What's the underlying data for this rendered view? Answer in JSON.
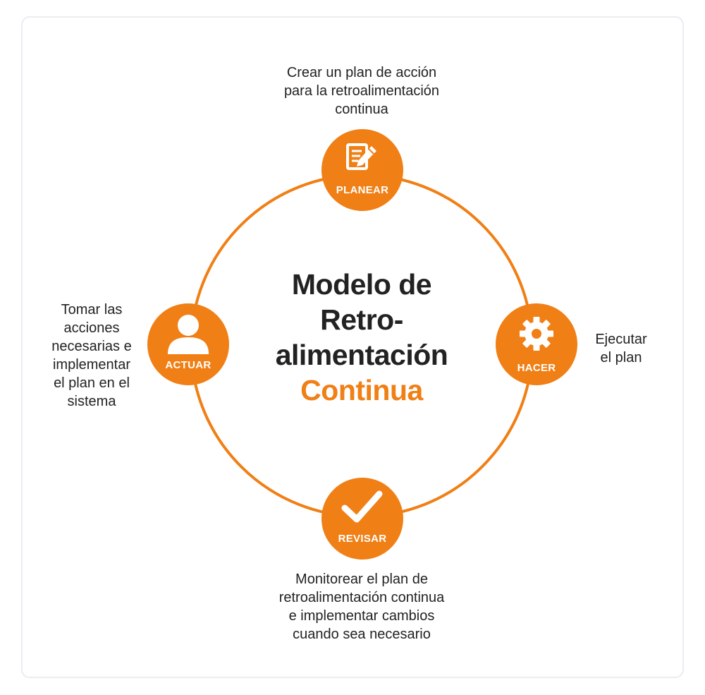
{
  "colors": {
    "accent": "#f07f15",
    "text": "#222222",
    "ring": "#f07f15"
  },
  "title": {
    "line1": "Modelo de",
    "line2": "Retro-",
    "line3": "alimentación",
    "accent": "Continua"
  },
  "nodes": {
    "planear": {
      "label": "PLANEAR",
      "icon": "document-pencil-icon"
    },
    "hacer": {
      "label": "HACER",
      "icon": "gear-icon"
    },
    "revisar": {
      "label": "REVISAR",
      "icon": "checkmark-icon"
    },
    "actuar": {
      "label": "ACTUAR",
      "icon": "user-icon"
    }
  },
  "descriptions": {
    "planear": [
      "Crear un plan de acción",
      "para la retroalimentación",
      "continua"
    ],
    "hacer": [
      "Ejecutar",
      "el plan"
    ],
    "revisar": [
      "Monitorear el plan de",
      "retroalimentación continua",
      "e implementar cambios",
      "cuando sea necesario"
    ],
    "actuar": [
      "Tomar las",
      "acciones",
      "necesarias e",
      "implementar",
      "el plan en el",
      "sistema"
    ]
  }
}
